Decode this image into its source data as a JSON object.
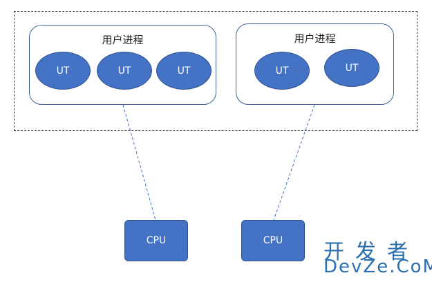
{
  "diagram": {
    "processes": [
      {
        "title": "用户进程",
        "threads": [
          "UT",
          "UT",
          "UT"
        ]
      },
      {
        "title": "用户进程",
        "threads": [
          "UT",
          "UT"
        ]
      }
    ],
    "cpus": [
      "CPU",
      "CPU"
    ]
  },
  "watermark": {
    "chinese": "开发者",
    "english": "DevZe.CoM"
  },
  "colors": {
    "node_fill": "#4472c4",
    "node_border": "#2f528f",
    "process_border": "#3f5f9a",
    "link": "#4472c4",
    "watermark": "#2a6fb0"
  }
}
